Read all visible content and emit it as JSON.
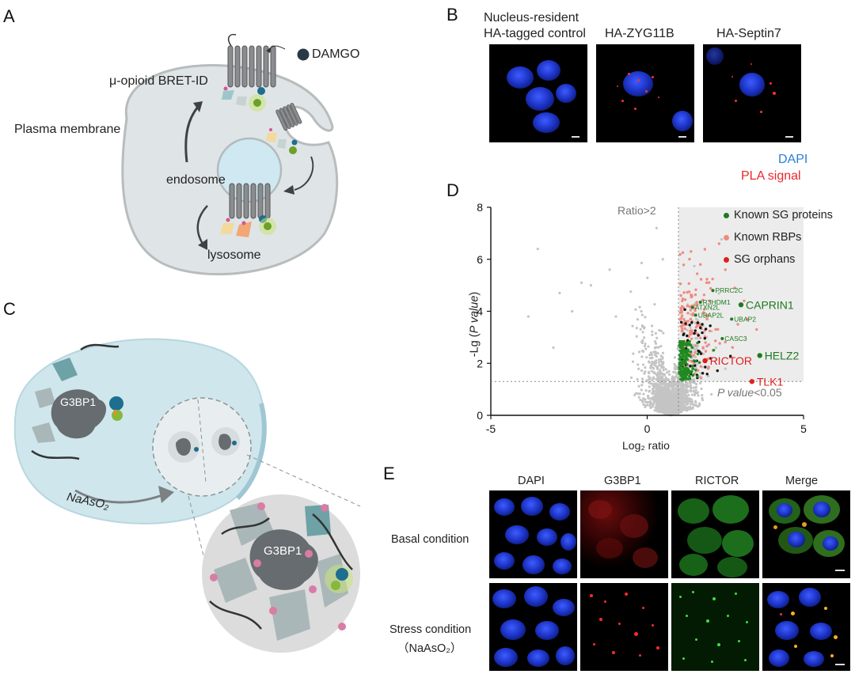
{
  "panels": {
    "A": {
      "letter": "A",
      "labels": {
        "receptor": "μ-opioid BRET-ID",
        "ligand": "DAMGO",
        "membrane": "Plasma membrane",
        "endosome": "endosome",
        "lysosome": "lysosome"
      }
    },
    "B": {
      "letter": "B",
      "columns": [
        "Nucleus-resident\nHA-tagged control",
        "HA-ZYG11B",
        "HA-Septin7"
      ],
      "col1_line1": "Nucleus-resident",
      "col1_line2": "HA-tagged control",
      "col2": "HA-ZYG11B",
      "col3": "HA-Septin7",
      "legend_dapi": "DAPI",
      "legend_pla": "PLA signal",
      "dapi_color": "#2a7fd6",
      "pla_color": "#e8282e"
    },
    "C": {
      "letter": "C",
      "labels": {
        "protein": "G3BP1",
        "treatment": "NaAsO₂"
      }
    },
    "D": {
      "letter": "D",
      "threshold_label": "Ratio>2",
      "pvalue_label_italic": "P value",
      "pvalue_label_rest": "<0.05"
    },
    "E": {
      "letter": "E",
      "columns": [
        "DAPI",
        "G3BP1",
        "RICTOR",
        "Merge"
      ],
      "rows": [
        "Basal condition",
        "Stress condition"
      ],
      "row2_sub": "（NaAsO₂）"
    }
  },
  "chart_data": {
    "type": "scatter",
    "xlabel": "Log₂ ratio",
    "ylabel_pre": "-Lg (",
    "ylabel_italic": "P value",
    "ylabel_post": ")",
    "xlim": [
      -5,
      5
    ],
    "ylim": [
      0,
      8
    ],
    "xticks": [
      -5,
      0,
      5
    ],
    "yticks": [
      0,
      2,
      4,
      6,
      8
    ],
    "threshold_x": 1,
    "threshold_y": 1.3,
    "legend": [
      {
        "name": "Known SG proteins",
        "color": "#1f7a1f"
      },
      {
        "name": "Known RBPs",
        "color": "#f08a80"
      },
      {
        "name": "SG orphans",
        "color": "#e01f1f"
      }
    ],
    "labeled_points": [
      {
        "label": "PRRC2C",
        "x": 2.1,
        "y": 4.8,
        "group": "sg",
        "size": "small"
      },
      {
        "label": "R3HDM1",
        "x": 1.7,
        "y": 4.35,
        "group": "sg",
        "size": "small"
      },
      {
        "label": "ATXN2L",
        "x": 1.45,
        "y": 4.15,
        "group": "sg",
        "size": "small"
      },
      {
        "label": "CAPRIN1",
        "x": 3.0,
        "y": 4.25,
        "group": "sg",
        "size": "large"
      },
      {
        "label": "UBAP2L",
        "x": 1.55,
        "y": 3.85,
        "group": "sg",
        "size": "small"
      },
      {
        "label": "UBAP2",
        "x": 2.7,
        "y": 3.7,
        "group": "sg",
        "size": "small"
      },
      {
        "label": "CASC3",
        "x": 2.4,
        "y": 2.95,
        "group": "sg",
        "size": "small"
      },
      {
        "label": "HELZ2",
        "x": 3.6,
        "y": 2.3,
        "group": "sg",
        "size": "large"
      },
      {
        "label": "RICTOR",
        "x": 1.85,
        "y": 2.1,
        "group": "orphan",
        "size": "large"
      },
      {
        "label": "TLK1",
        "x": 3.35,
        "y": 1.3,
        "group": "orphan",
        "size": "large"
      }
    ]
  }
}
